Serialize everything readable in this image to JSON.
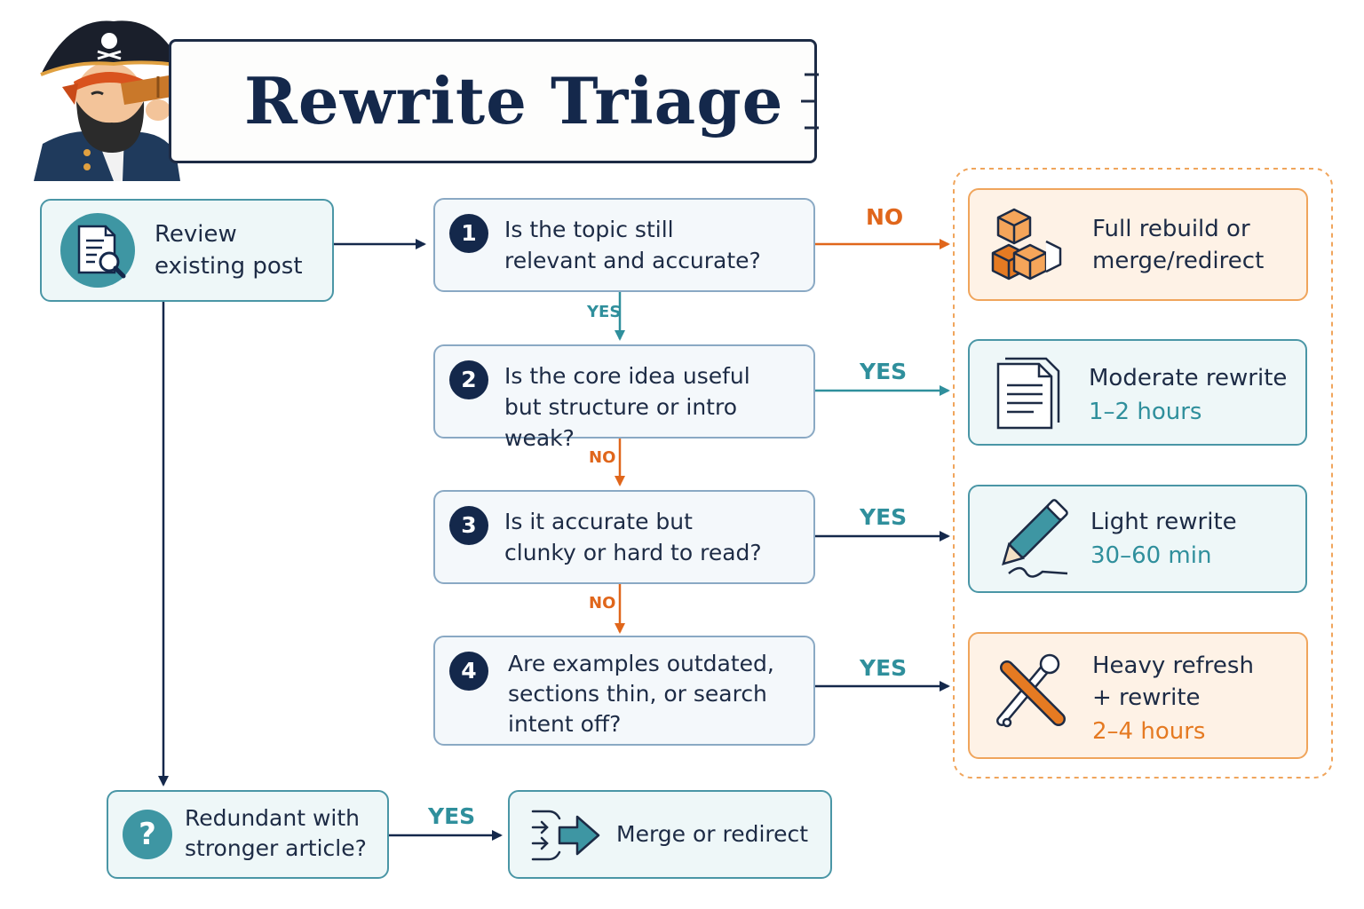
{
  "title": "Rewrite Triage",
  "start": {
    "line1": "Review",
    "line2": "existing post"
  },
  "questions": [
    {
      "number": "1",
      "line1": "Is the topic still",
      "line2": "relevant and accurate?"
    },
    {
      "number": "2",
      "line1": "Is the core idea useful",
      "line2": "but structure or intro weak?"
    },
    {
      "number": "3",
      "line1": "Is it accurate but",
      "line2": "clunky or hard to read?"
    },
    {
      "number": "4",
      "line1": "Are examples outdated,",
      "line2": "sections thin, or search",
      "line3": "intent off?"
    }
  ],
  "outcomes": {
    "full_rebuild": {
      "line1": "Full rebuild or",
      "line2": "merge/redirect"
    },
    "moderate": {
      "line1": "Moderate rewrite",
      "time": "1–2 hours"
    },
    "light": {
      "line1": "Light rewrite",
      "time": "30–60 min"
    },
    "heavy": {
      "line1": "Heavy refresh",
      "line2": "+ rewrite",
      "time": "2–4 hours"
    }
  },
  "redundant": {
    "icon": "?",
    "line1": "Redundant with",
    "line2": "stronger article?"
  },
  "merge": {
    "label": "Merge or redirect"
  },
  "labels": {
    "q1_no": "NO",
    "q1_yes": "YES",
    "q2_yes": "YES",
    "q2_no": "NO",
    "q3_yes": "YES",
    "q3_no": "NO",
    "q4_yes": "YES",
    "redundant_yes": "YES"
  },
  "colors": {
    "navy": "#14284b",
    "teal": "#2f8f9c",
    "orange": "#e0661b",
    "border_blue": "#8aa9c4"
  }
}
